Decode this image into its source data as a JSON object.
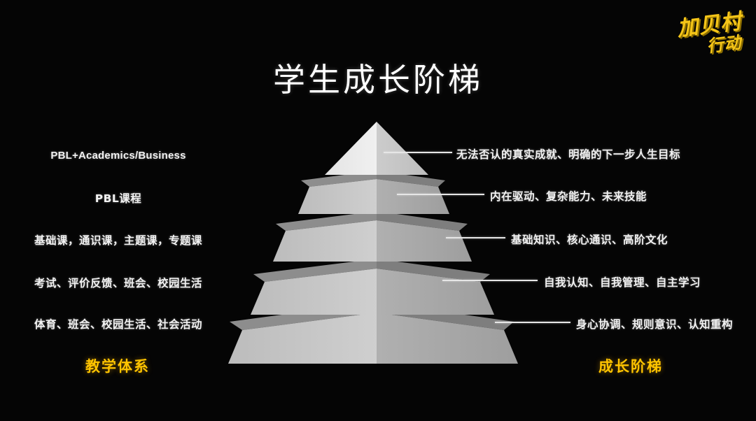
{
  "slide": {
    "background_color": "#050505",
    "title": "学生成长阶梯",
    "accent_color": "#ffc400",
    "text_color": "#f2f2f2"
  },
  "logo": {
    "line1": "加贝村",
    "line2": "行动",
    "color": "#f5c518"
  },
  "footer": {
    "left_label": "教学体系",
    "right_label": "成长阶梯"
  },
  "pyramid": {
    "levels": [
      {
        "index": 1,
        "position": "top",
        "left_label": "PBL+Academics/Business",
        "right_label": "无法否认的真实成就、明确的下一步人生目标",
        "fill_left": "#e9e9e9",
        "fill_right": "#c9c9c9"
      },
      {
        "index": 2,
        "position": "upper-middle",
        "left_label": "PBL课程",
        "right_label": "内在驱动、复杂能力、未来技能",
        "fill_left": "#c5c5c5",
        "fill_right": "#ababab"
      },
      {
        "index": 3,
        "position": "middle",
        "left_label": "基础课，通识课，主题课，专题课",
        "right_label": "基础知识、核心通识、高阶文化",
        "fill_left": "#c5c5c5",
        "fill_right": "#ababab"
      },
      {
        "index": 4,
        "position": "lower-middle",
        "left_label": "考试、评价反馈、班会、校园生活",
        "right_label": "自我认知、自我管理、自主学习",
        "fill_left": "#c5c5c5",
        "fill_right": "#ababab"
      },
      {
        "index": 5,
        "position": "base",
        "left_label": "体育、班会、校园生活、社会活动",
        "right_label": "身心协调、规则意识、认知重构",
        "fill_left": "#c5c5c5",
        "fill_right": "#ababab"
      }
    ],
    "bevel_fill": "#8e8e8e",
    "bevel_fill_dark": "#7d7d7d"
  }
}
